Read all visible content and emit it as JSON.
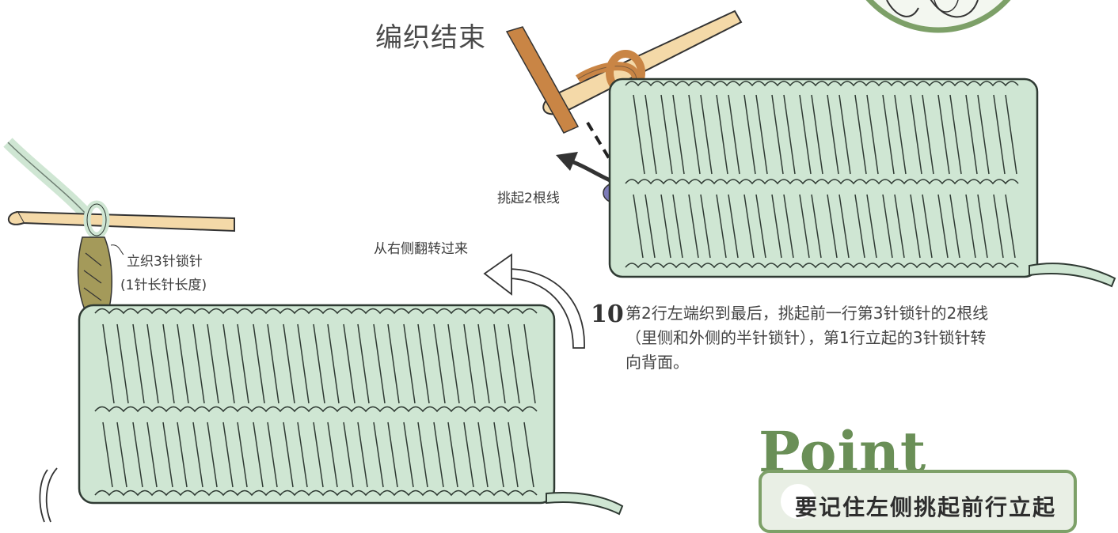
{
  "title": "编织结束",
  "left_figure": {
    "chain_label_1": "立织3针锁针",
    "chain_label_2": "(1针长针长度)",
    "turn_label": "从右侧翻转过来"
  },
  "right_figure": {
    "pick_label": "挑起2根线"
  },
  "step": {
    "number": "10",
    "lines": [
      "第2行左端织到最后，挑起前一行第3针锁针的2根线",
      "（里侧和外侧的半针锁针），第1行立起的3针锁针转",
      "向背面。"
    ]
  },
  "point": {
    "title": "Point",
    "text": "要记住左侧挑起前行立起"
  },
  "colors": {
    "yarn": "#cfe6d3",
    "yarn_outline": "#2f3a33",
    "hook": "#f4d9a8",
    "brown_yarn": "#c98545",
    "chain_olive": "#a49a5a",
    "purple_mark": "#7d7bb8",
    "point_green": "#7da068",
    "point_bg": "#e9efe5"
  }
}
